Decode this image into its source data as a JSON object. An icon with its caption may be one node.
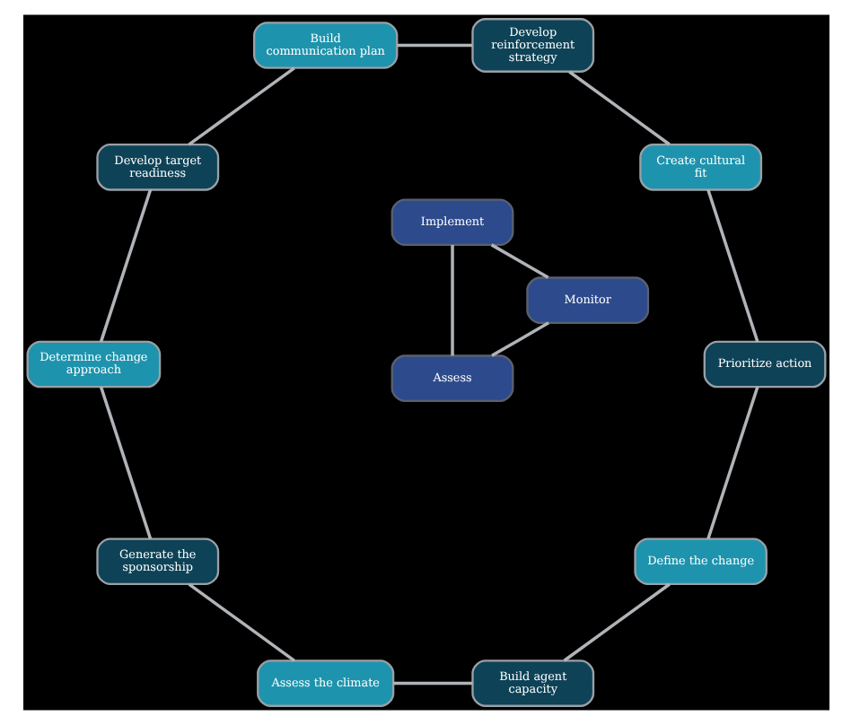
{
  "diagram": {
    "nodes": [
      {
        "text": [
          "Define the change"
        ]
      },
      {
        "text": [
          "Prioritize action"
        ]
      },
      {
        "text": [
          "Build agent capacity"
        ]
      },
      {
        "text": [
          "Assess"
        ]
      },
      {
        "text": [
          "Create cultural fit"
        ]
      },
      {
        "text": [
          "Assess the climate"
        ]
      },
      {
        "text": [
          "Monitor"
        ]
      },
      {
        "text": [
          "Implement"
        ]
      },
      {
        "text": [
          "Develop reinforcement strategy"
        ]
      },
      {
        "text": [
          "Generate the sponsorship"
        ]
      },
      {
        "text": [
          "Build communication plan"
        ]
      },
      {
        "text": [
          "Determine change approach"
        ]
      },
      {
        "text": [
          "Develop target readiness"
        ]
      }
    ],
    "edges": [
      {
        "from": 0,
        "to": 2,
        "arrow": "none"
      },
      {
        "from": 2,
        "to": 5,
        "arrow": "none"
      },
      {
        "from": 5,
        "to": 9,
        "arrow": "none"
      },
      {
        "from": 9,
        "to": 11,
        "arrow": "none"
      },
      {
        "from": 11,
        "to": 12,
        "arrow": "none"
      },
      {
        "from": 12,
        "to": 10,
        "arrow": "none"
      },
      {
        "from": 10,
        "to": 8,
        "arrow": "none"
      },
      {
        "from": 8,
        "to": 4,
        "arrow": "none"
      },
      {
        "from": 4,
        "to": 1,
        "arrow": "none"
      },
      {
        "from": 1,
        "to": 0,
        "arrow": "none"
      },
      {
        "from": 3,
        "to": 7,
        "arrow": "none"
      },
      {
        "from": 7,
        "to": 6,
        "arrow": "none"
      },
      {
        "from": 6,
        "to": 3,
        "arrow": "none"
      }
    ]
  }
}
